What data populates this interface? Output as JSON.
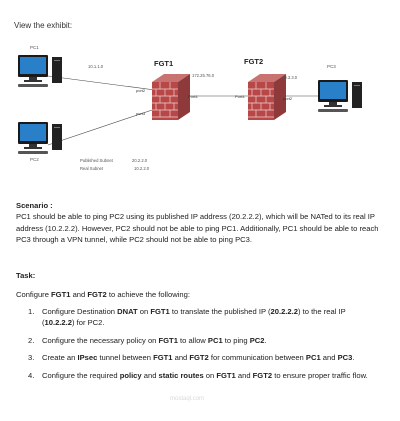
{
  "exhibit_title": "View the exhibit:",
  "diagram": {
    "pc1_label": "PC1",
    "pc2_label": "PC2",
    "pc3_label": "PC3",
    "fgt1_label": "FGT1",
    "fgt2_label": "FGT2",
    "pc1_ip": "10.1.1.0",
    "fgt1_port2": "port2",
    "fgt1_port4": "Port4",
    "fgt1_port3": "port3",
    "fgt2_port4": "Port4",
    "fgt2_port2": "port2",
    "transit_subnet": "172.25.76.0",
    "pc3_subnet": "10.3.3.0",
    "published_subnet_label": "Published Subnet",
    "published_subnet_value": "20.2.2.0",
    "real_subnet_label": "Real Subnet",
    "real_subnet_value": "10.2.2.0"
  },
  "scenario": {
    "heading": "Scenario :",
    "body": "PC1 should be able to ping PC2 using its published IP address (20.2.2.2), which will be NATed to its real IP address (10.2.2.2). However, PC2 should not be able to ping PC1. Additionally, PC1 should be able to reach PC3 through a VPN tunnel, while PC2 should not be able to ping PC3."
  },
  "task": {
    "heading": "Task:",
    "intro_prefix": "Configure ",
    "intro_fgt1": "FGT1",
    "intro_and": " and ",
    "intro_fgt2": "FGT2",
    "intro_suffix": " to achieve the following:",
    "items": [
      {
        "num": "1.",
        "parts": [
          "Configure Destination ",
          "DNAT",
          " on ",
          "FGT1",
          " to translate the published IP (",
          "20.2.2.2",
          ") to the real IP (",
          "10.2.2.2",
          ") for PC2."
        ]
      },
      {
        "num": "2.",
        "parts": [
          "Configure the necessary policy on ",
          "FGT1",
          " to allow ",
          "PC1",
          " to ping ",
          "PC2",
          "."
        ]
      },
      {
        "num": "3.",
        "parts": [
          "Create an ",
          "IPsec",
          " tunnel between ",
          "FGT1",
          " and ",
          "FGT2",
          " for communication between ",
          "PC1",
          " and ",
          "PC3",
          "."
        ]
      },
      {
        "num": "4.",
        "parts": [
          "Configure the required ",
          "policy",
          " and ",
          "static routes",
          " on ",
          "FGT1",
          " and ",
          "FGT2",
          " to ensure proper traffic flow."
        ]
      }
    ]
  },
  "watermark": "mostaql.com"
}
